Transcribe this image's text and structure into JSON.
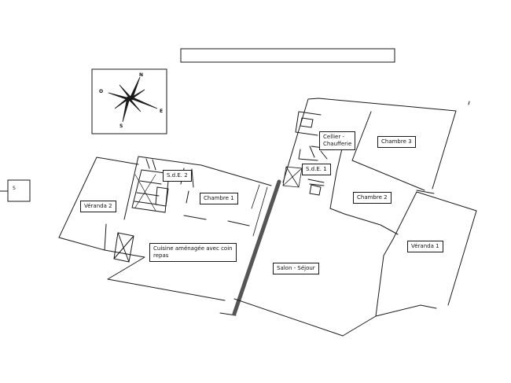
{
  "plan": {
    "title_box_text": "",
    "compass": {
      "north": "N",
      "east": "E",
      "south": "S",
      "west": "O"
    },
    "side_marker": "S",
    "rooms": {
      "veranda2": "Véranda 2",
      "sde2": "S.d.E. 2",
      "chambre1": "Chambre 1",
      "cuisine_line1": "Cuisine aménagée avec coin",
      "cuisine_line2": "repas",
      "salon": "Salon - Séjour",
      "cellier_line1": "Cellier -",
      "cellier_line2": "Chaufferie",
      "chambre3": "Chambre 3",
      "sde1": "S.d.E. 1",
      "chambre2": "Chambre 2",
      "veranda1": "Véranda 1"
    }
  }
}
